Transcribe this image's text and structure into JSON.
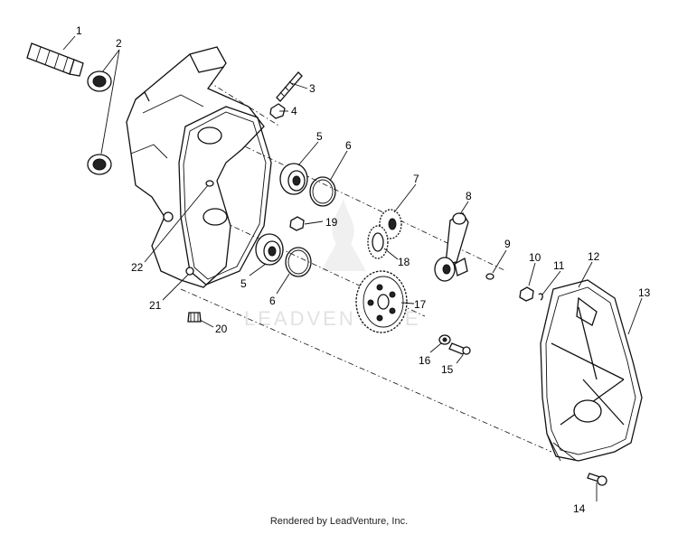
{
  "callouts": {
    "c1": "1",
    "c2": "2",
    "c3": "3",
    "c4": "4",
    "c5a": "5",
    "c5b": "5",
    "c6a": "6",
    "c6b": "6",
    "c7": "7",
    "c8": "8",
    "c9": "9",
    "c10": "10",
    "c11": "11",
    "c12": "12",
    "c13": "13",
    "c14": "14",
    "c15": "15",
    "c16": "16",
    "c17": "17",
    "c18": "18",
    "c19": "19",
    "c20": "20",
    "c21": "21",
    "c22": "22"
  },
  "watermark": "LEADVENTURE",
  "footer": "Rendered by LeadVenture, Inc."
}
